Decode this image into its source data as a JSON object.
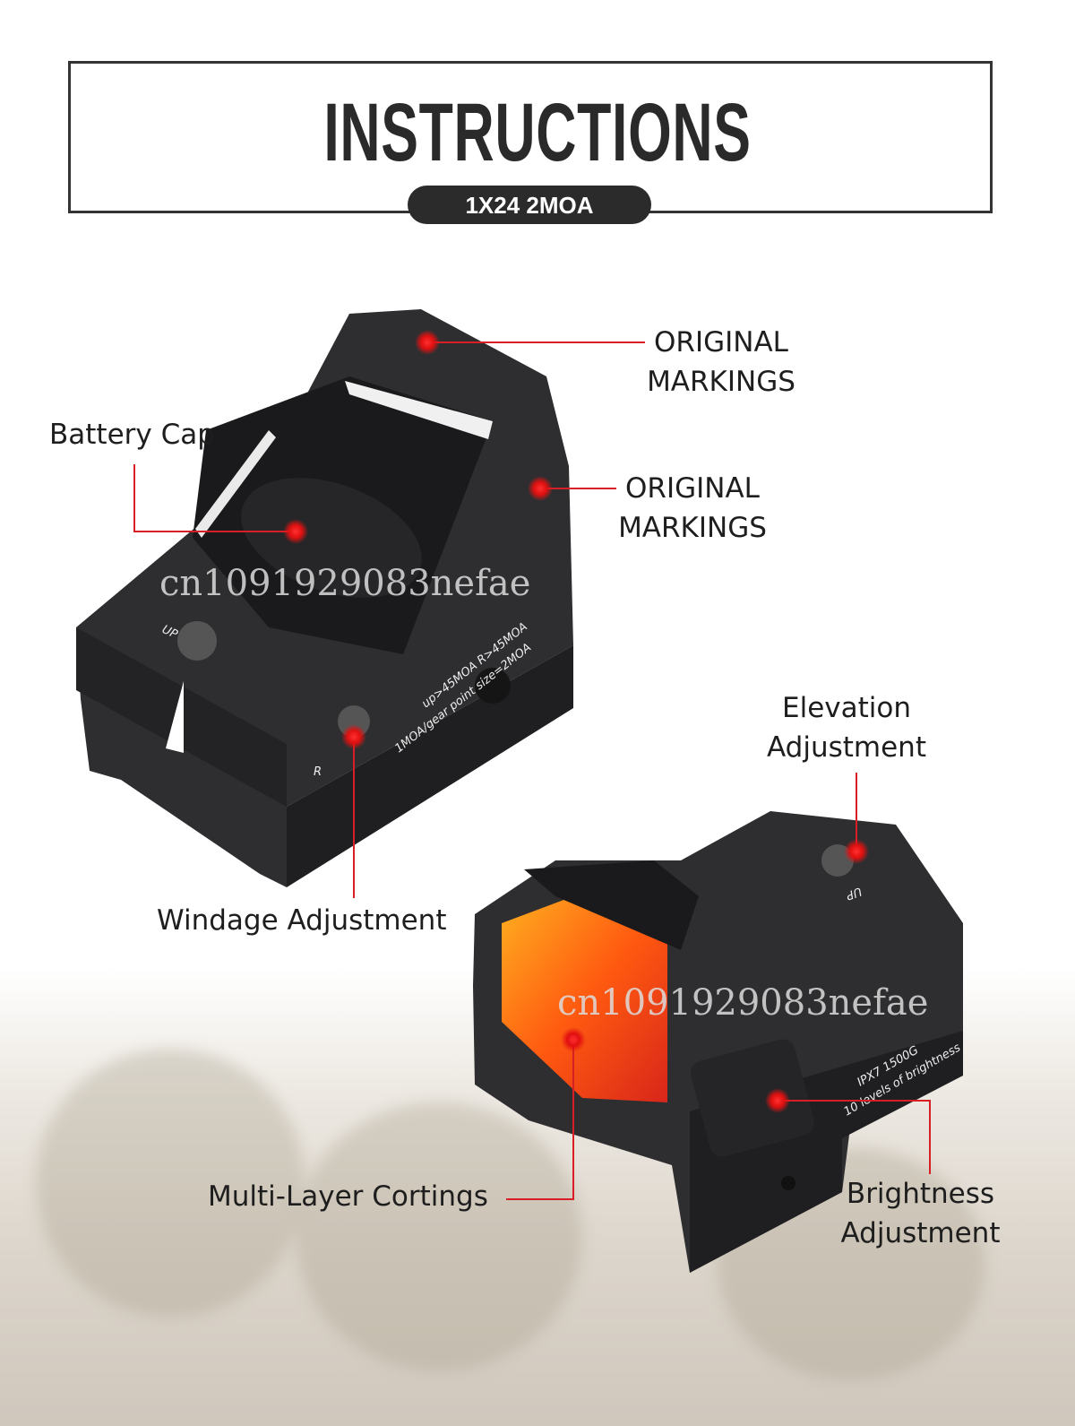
{
  "header": {
    "title": "INSTRUCTIONS",
    "model": "1X24 2MOA"
  },
  "callouts": {
    "original_markings_top": "ORIGINAL MARKINGS",
    "original_markings_side": "ORIGINAL MARKINGS",
    "battery_cap": "Battery Cap",
    "windage": "Windage Adjustment",
    "elevation": "Elevation Adjustment",
    "coatings": "Multi-Layer Cortings",
    "brightness": "Brightness Adjustment"
  },
  "engravings": {
    "sight1_line1": "up>45MOA R>45MOA",
    "sight1_line2": "1MOA/gear point size=2MOA",
    "sight1_up": "UP",
    "sight1_r": "R",
    "sight2_line1": "IPX7 1500G",
    "sight2_line2": "10 levels of brightness",
    "sight2_up": "UP"
  },
  "watermark": "cn1091929083nefae",
  "colors": {
    "accent": "#d81f26",
    "frame": "#333333",
    "pill": "#2b2b2b"
  }
}
